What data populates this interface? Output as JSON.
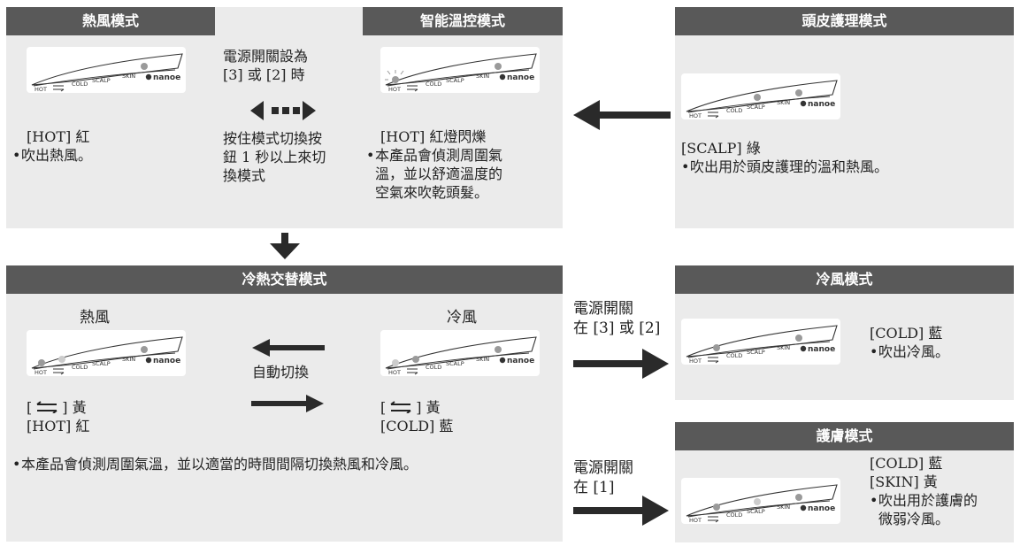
{
  "colors": {
    "header_bg": "#595959",
    "box_bg": "#ebebeb",
    "panel_bg": "#ffffff",
    "arrow": "#2a2a2a"
  },
  "panel_labels": {
    "hot": "HOT",
    "cold": "COLD",
    "scalp": "SCALP",
    "skin": "SKIN",
    "brand": "nanoe"
  },
  "hot_mode": {
    "title": "熱風模式",
    "indicator": "[HOT] 紅",
    "bullet": "吹出熱風。"
  },
  "switch_note": {
    "line1": "電源開關設為",
    "line2": "[3] 或 [2] 時",
    "hold_lines": [
      "按住模式切換按",
      "鈕 1 秒以上來切",
      "換模式"
    ]
  },
  "smart_mode": {
    "title": "智能溫控模式",
    "indicator": "[HOT] 紅燈閃爍",
    "bullet_lines": [
      "本產品會偵測周圍氣",
      "溫，並以舒適溫度的",
      "空氣來吹乾頭髮。"
    ]
  },
  "scalp_mode": {
    "title": "頭皮護理模式",
    "indicator": "[SCALP] 綠",
    "bullet": "吹出用於頭皮護理的溫和熱風。"
  },
  "alt_mode": {
    "title": "冷熱交替模式",
    "hot_label": "熱風",
    "cold_label": "冷風",
    "auto_switch": "自動切換",
    "left_ind_1": "[",
    "left_ind_1b": "] 黃",
    "left_ind_2": "[HOT] 紅",
    "right_ind_1": "[",
    "right_ind_1b": "] 黃",
    "right_ind_2": "[COLD] 藍",
    "bullet": "本產品會偵測周圍氣溫，並以適當的時間間隔切換熱風和冷風。"
  },
  "power_a": {
    "line1": "電源開關",
    "line2": "在 [3] 或 [2]"
  },
  "power_b": {
    "line1": "電源開關",
    "line2": "在 [1]"
  },
  "cold_mode": {
    "title": "冷風模式",
    "indicator": "[COLD] 藍",
    "bullet": "吹出冷風。"
  },
  "skin_mode": {
    "title": "護膚模式",
    "indicator_1": "[COLD] 藍",
    "indicator_2": "[SKIN] 黃",
    "bullet_lines": [
      "吹出用於護膚的",
      "微弱冷風。"
    ]
  }
}
